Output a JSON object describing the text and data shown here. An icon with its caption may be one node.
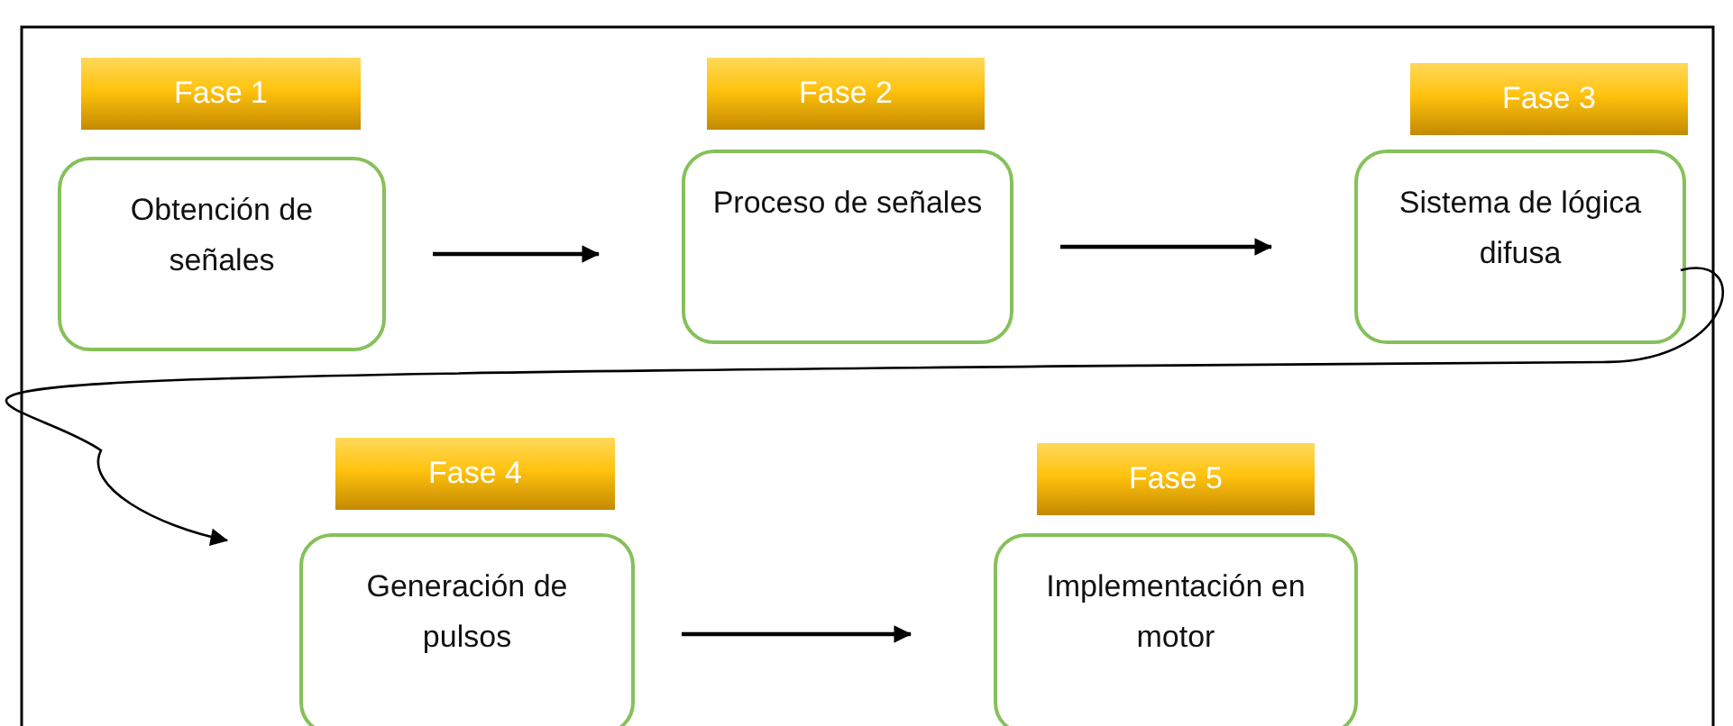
{
  "diagram": {
    "nodes": [
      {
        "text": [
          "Fase 1"
        ]
      },
      {
        "text": [
          "Obtención de señales"
        ]
      },
      {
        "text": [
          "Fase 2"
        ]
      },
      {
        "text": [
          "Proceso de señales"
        ]
      },
      {
        "text": [
          "Fase 3"
        ]
      },
      {
        "text": [
          "Sistema de lógica difusa"
        ]
      },
      {
        "text": [
          "Fase 4"
        ]
      },
      {
        "text": [
          "Generación de pulsos"
        ]
      },
      {
        "text": [
          "Fase 5"
        ]
      },
      {
        "text": [
          "Implementación en motor"
        ]
      }
    ],
    "edges": [
      {
        "from": 1,
        "to": 3,
        "arrow": "to"
      },
      {
        "from": 3,
        "to": 5,
        "arrow": "to"
      },
      {
        "from": 5,
        "to": 7,
        "arrow": "to"
      },
      {
        "from": 7,
        "to": 9,
        "arrow": "to"
      }
    ]
  }
}
